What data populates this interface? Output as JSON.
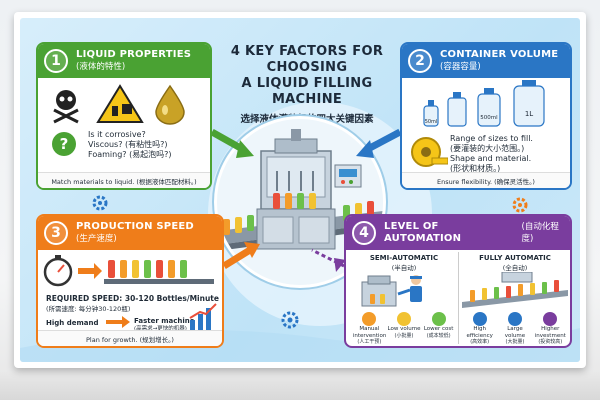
{
  "title": {
    "en_line1": "4 KEY FACTORS FOR CHOOSING",
    "en_line2": "A LIQUID FILLING MACHINE",
    "zh": "选择液体灌装机的四大关键因素"
  },
  "factors": {
    "liquid": {
      "number": "1",
      "title_en": "LIQUID PROPERTIES",
      "title_zh": "(液体的特性)",
      "q1": "Is it corrosive?",
      "q2": "Viscous? (有粘性吗?)",
      "q3": "Foaming? (易起泡吗?)",
      "footer": "Match materials to liquid. (根据液体匹配材料。)",
      "color": "#4aa233",
      "icons": [
        "skull-crossbones-icon",
        "corrosive-warning-icon",
        "oil-drop-icon",
        "question-mark-icon"
      ]
    },
    "container": {
      "number": "2",
      "title_en": "CONTAINER VOLUME",
      "title_zh": "(容器容量)",
      "bottle_labels": [
        "50ml",
        "500ml",
        "1L"
      ],
      "line1": "Range of sizes to fill.",
      "line2": "(要灌装的大小范围。)",
      "line3": "Shape and material.",
      "line4": "(形状和材质。)",
      "footer": "Ensure flexibility. (确保灵活性。)",
      "color": "#2a76c5",
      "icons": [
        "bottle-icon",
        "tape-measure-icon"
      ]
    },
    "speed": {
      "number": "3",
      "title_en": "PRODUCTION SPEED",
      "title_zh": "(生产速度)",
      "required_en": "REQUIRED SPEED: 30-120 Bottles/Minute",
      "required_zh": "(所需速度: 每分钟30-120瓶)",
      "high_demand": "High demand",
      "faster_machine": "Faster machine",
      "faster_machine_zh": "(高需求→更快的机器)",
      "footer": "Plan for growth. (规划增长。)",
      "color": "#ef7d1a",
      "icons": [
        "stopwatch-icon",
        "growth-chart-icon"
      ]
    },
    "automation": {
      "number": "4",
      "title_en": "LEVEL OF AUTOMATION",
      "title_zh": "(自动化程度)",
      "semi_en": "SEMI-AUTOMATIC",
      "semi_zh": "(半自动)",
      "full_en": "FULLY AUTOMATIC",
      "full_zh": "(全自动)",
      "semi_points": [
        {
          "en": "Manual intervention",
          "zh": "(人工干预)"
        },
        {
          "en": "Low volume",
          "zh": "(小批量)"
        },
        {
          "en": "Lower cost",
          "zh": "(成本较低)"
        }
      ],
      "full_points": [
        {
          "en": "High efficiency",
          "zh": "(高效率)"
        },
        {
          "en": "Large volume",
          "zh": "(大批量)"
        },
        {
          "en": "Higher investment",
          "zh": "(投资较高)"
        }
      ],
      "color": "#7a3d9e",
      "icons": [
        "operator-icon",
        "production-line-icon"
      ]
    }
  }
}
